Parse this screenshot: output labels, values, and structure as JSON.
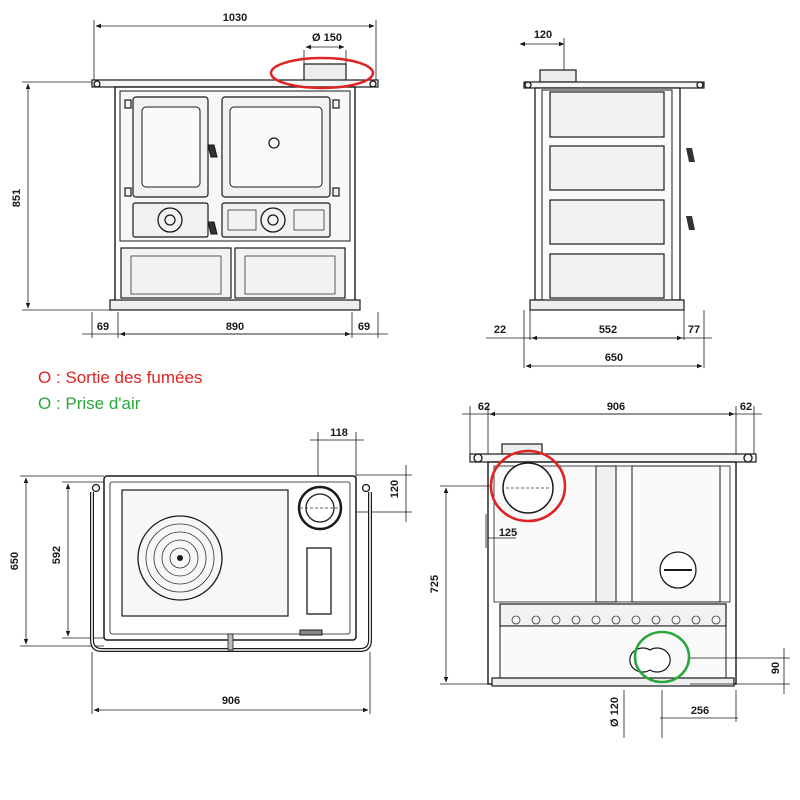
{
  "dimensions": {
    "front_width": "1030",
    "flue_diameter": "Ø 150",
    "front_height": "851",
    "front_left": "69",
    "front_inner": "890",
    "front_right": "69",
    "side_flue_offset": "120",
    "side_left": "22",
    "side_inner": "552",
    "side_right": "77",
    "side_total": "650",
    "top_flue_offset": "118",
    "top_flue_depth": "120",
    "top_depth": "650",
    "top_inner_depth": "592",
    "top_width": "906",
    "back_left": "62",
    "back_width": "906",
    "back_right": "62",
    "back_flue_x": "125",
    "back_height": "725",
    "back_air_height": "90",
    "back_air_diameter": "Ø 120",
    "back_air_offset": "256"
  },
  "legend": {
    "smoke_outlet": "O : Sortie des fumées",
    "air_inlet": "O : Prise d'air"
  },
  "colors": {
    "smoke_outlet": "#e02424",
    "air_inlet": "#2aa63b",
    "line": "#1a1a1a"
  }
}
